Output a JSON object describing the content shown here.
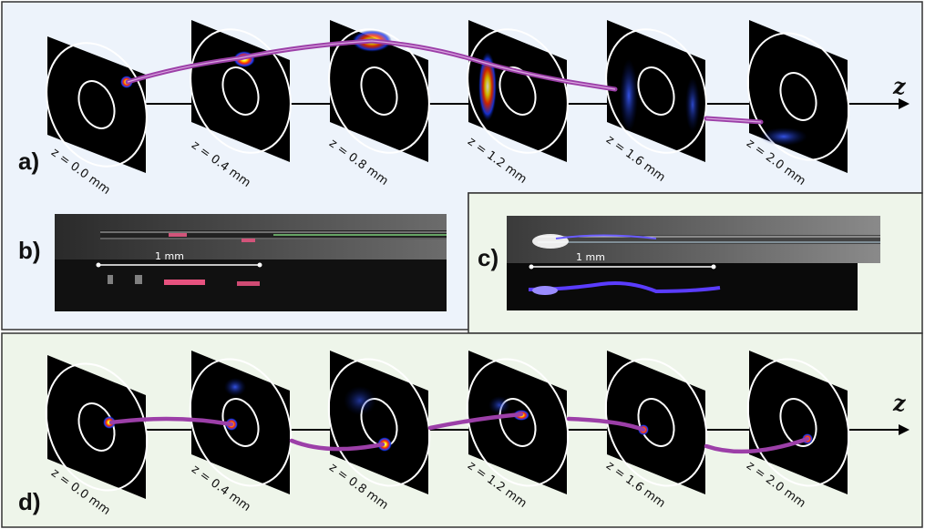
{
  "figure": {
    "panel_labels": {
      "a": "a)",
      "b": "b)",
      "c": "c)",
      "d": "d)"
    },
    "axis_label": "z",
    "scale_bar_label": "1 mm",
    "colors": {
      "panel_abc_bg": "#edf3fb",
      "panel_c_bg": "#eef5ea",
      "panel_d_bg": "#eef5ea",
      "trajectory": "#9c3fa8",
      "ring": "#ffffff",
      "slice_bg": "#000000"
    },
    "panel_a": {
      "slices": [
        {
          "label": "z = 0.0 mm"
        },
        {
          "label": "z = 0.4 mm"
        },
        {
          "label": "z = 0.8 mm"
        },
        {
          "label": "z = 1.2 mm"
        },
        {
          "label": "z = 1.6 mm"
        },
        {
          "label": "z = 2.0 mm"
        }
      ]
    },
    "panel_d": {
      "slices": [
        {
          "label": "z = 0.0 mm"
        },
        {
          "label": "z = 0.4 mm"
        },
        {
          "label": "z = 0.8 mm"
        },
        {
          "label": "z = 1.2 mm"
        },
        {
          "label": "z = 1.6 mm"
        },
        {
          "label": "z = 2.0 mm"
        }
      ]
    }
  }
}
